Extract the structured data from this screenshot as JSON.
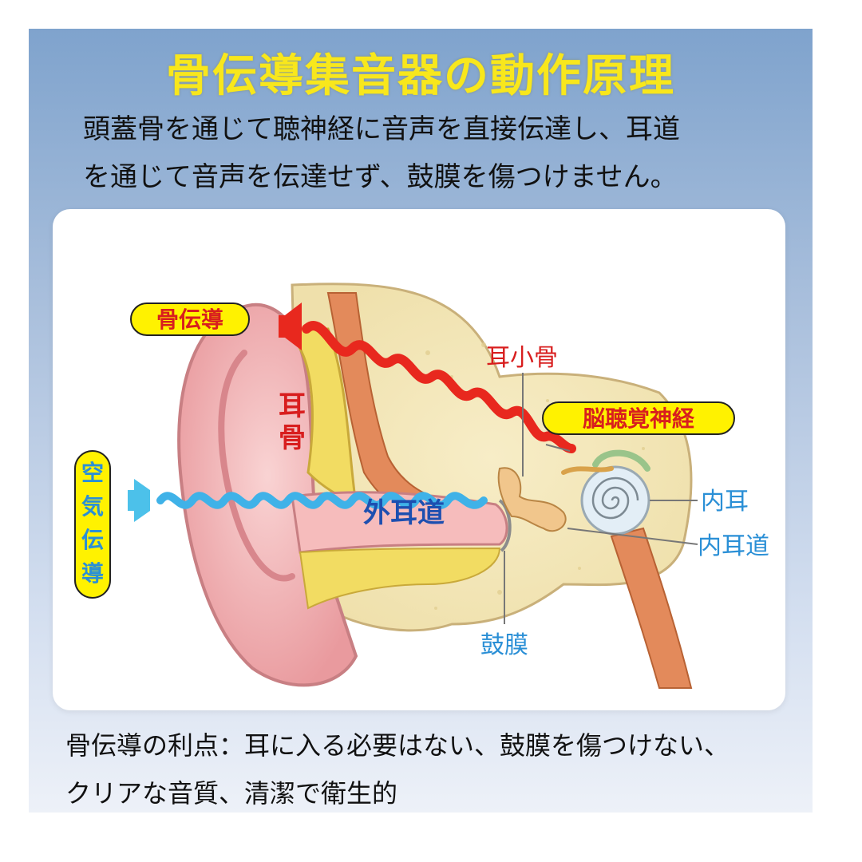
{
  "header": {
    "title": "骨伝導集音器の動作原理",
    "intro_line1": "頭蓋骨を通じて聴神経に音声を直接伝達し、耳道",
    "intro_line2": "を通じて音声を伝達せず、鼓膜を傷つけません。"
  },
  "diagram": {
    "badge_bone_conduction": "骨伝導",
    "badge_air_conduction": "空気伝導",
    "label_ear_bone": "耳骨",
    "label_ossicles": "耳小骨",
    "label_auditory_nerve": "脳聴覚神経",
    "label_inner_ear": "内耳",
    "label_inner_canal": "内耳道",
    "label_outer_canal": "外耳道",
    "label_eardrum": "鼓膜"
  },
  "footer": {
    "benefits_line1": "骨伝導の利点：耳に入る必要はない、鼓膜を傷つけない、",
    "benefits_line2": "クリアな音質、清潔で衛生的"
  },
  "colors": {
    "title_yellow": "#f8e71c",
    "bone_wave_red": "#e8281e",
    "air_wave_blue": "#3fb2e8",
    "label_red": "#d81e1e",
    "label_blue": "#2a8fd6",
    "badge_fill": "#fff200"
  }
}
